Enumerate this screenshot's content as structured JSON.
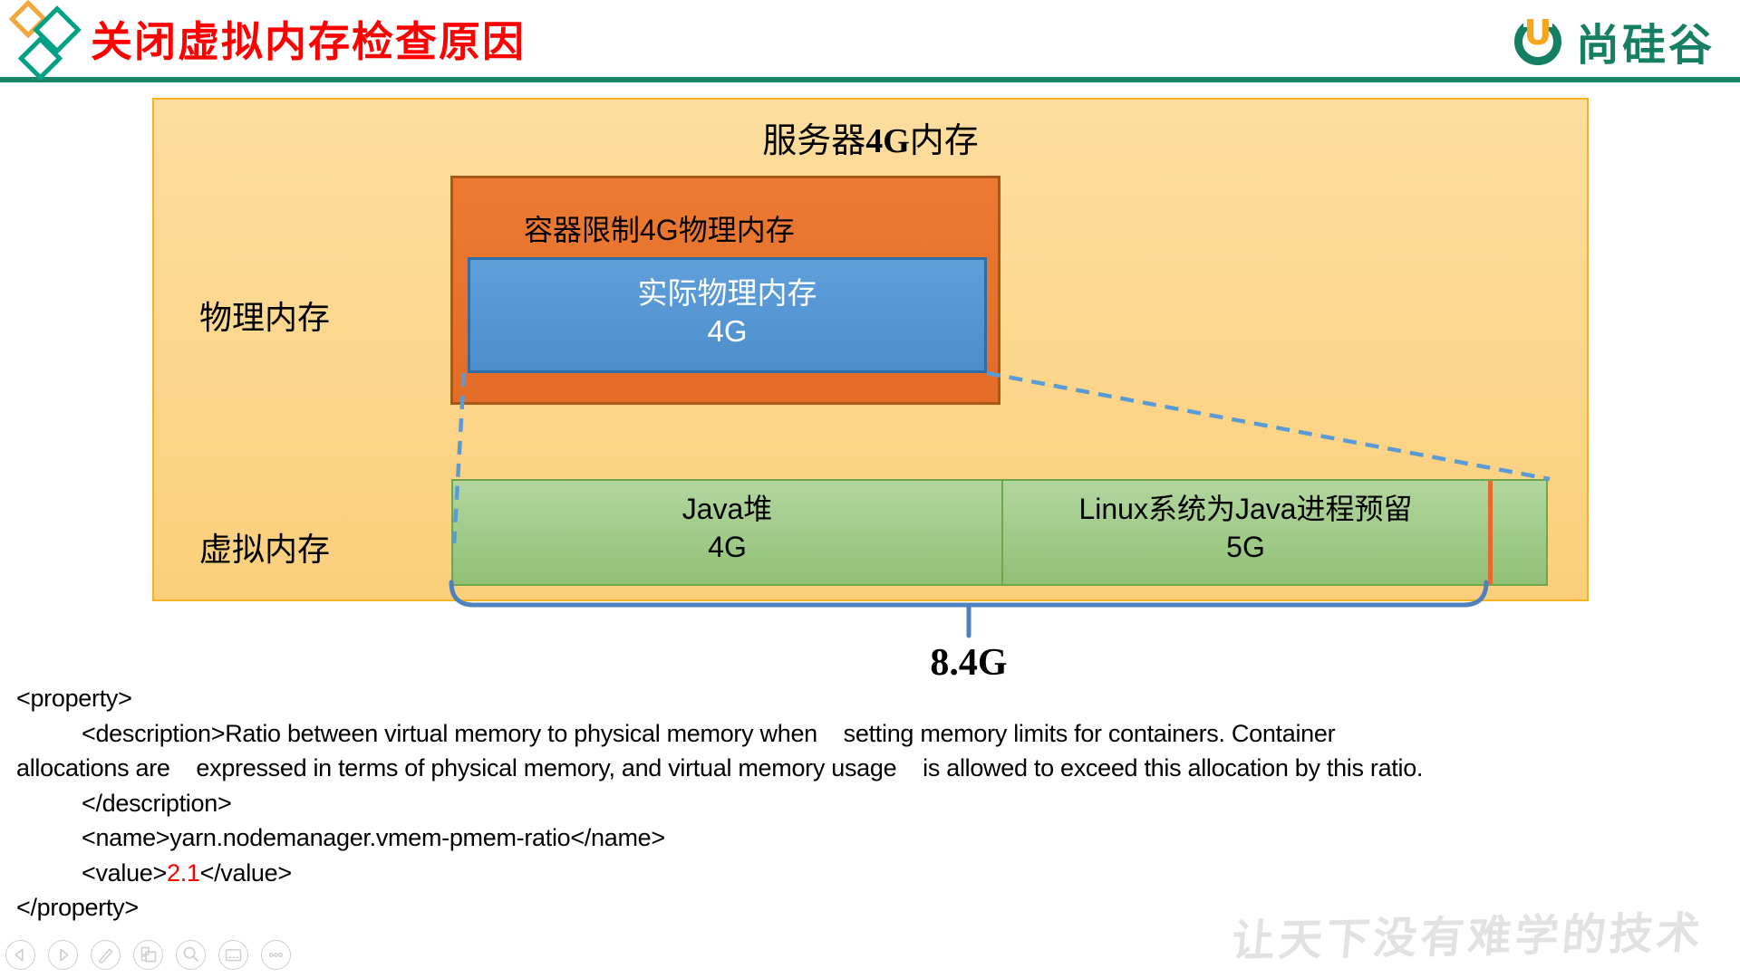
{
  "header": {
    "title": "关闭虚拟内存检查原因",
    "brand_name": "尚硅谷",
    "brand_mark": "U",
    "accent_color": "#17866B",
    "title_color": "#FE0000"
  },
  "diagram": {
    "server_box": {
      "title_prefix": "服务器",
      "title_num": "4G",
      "title_suffix": "内存"
    },
    "row_labels": {
      "physical": "物理内存",
      "virtual": "虚拟内存"
    },
    "container_box": {
      "label": "容器限制4G物理内存",
      "fill": "#E8732D"
    },
    "actual_box": {
      "line1": "实际物理内存",
      "line2": "4G",
      "fill": "#5B9BD5"
    },
    "vmem_bar": {
      "java_line1": "Java堆",
      "java_line2": "4G",
      "linux_line1": "Linux系统为Java进程预留",
      "linux_line2": "5G",
      "fill": "#A9CE93",
      "ratio_line_color": "#E8692A"
    },
    "bracket_total": "8.4G",
    "connector_color": "#4E81BD"
  },
  "xml_config": {
    "line1": "<property>",
    "line2": "<description>Ratio between virtual memory to physical memory when    setting memory limits for containers. Container",
    "line3": "allocations are    expressed in terms of physical memory, and virtual memory usage    is allowed to exceed this allocation by this ratio.",
    "line4": "</description>",
    "line5": "<name>yarn.nodemanager.vmem-pmem-ratio</name>",
    "line6_prefix": "<value>",
    "line6_value": "2.1",
    "line6_suffix": "</value>",
    "line7": "</property>",
    "value_color": "#FF0000"
  },
  "toolbar": {
    "icons": [
      {
        "name": "previous"
      },
      {
        "name": "next"
      },
      {
        "name": "pen"
      },
      {
        "name": "slide-panels"
      },
      {
        "name": "zoom"
      },
      {
        "name": "notes"
      },
      {
        "name": "more"
      }
    ]
  },
  "watermark": "让天下没有难学的技术"
}
